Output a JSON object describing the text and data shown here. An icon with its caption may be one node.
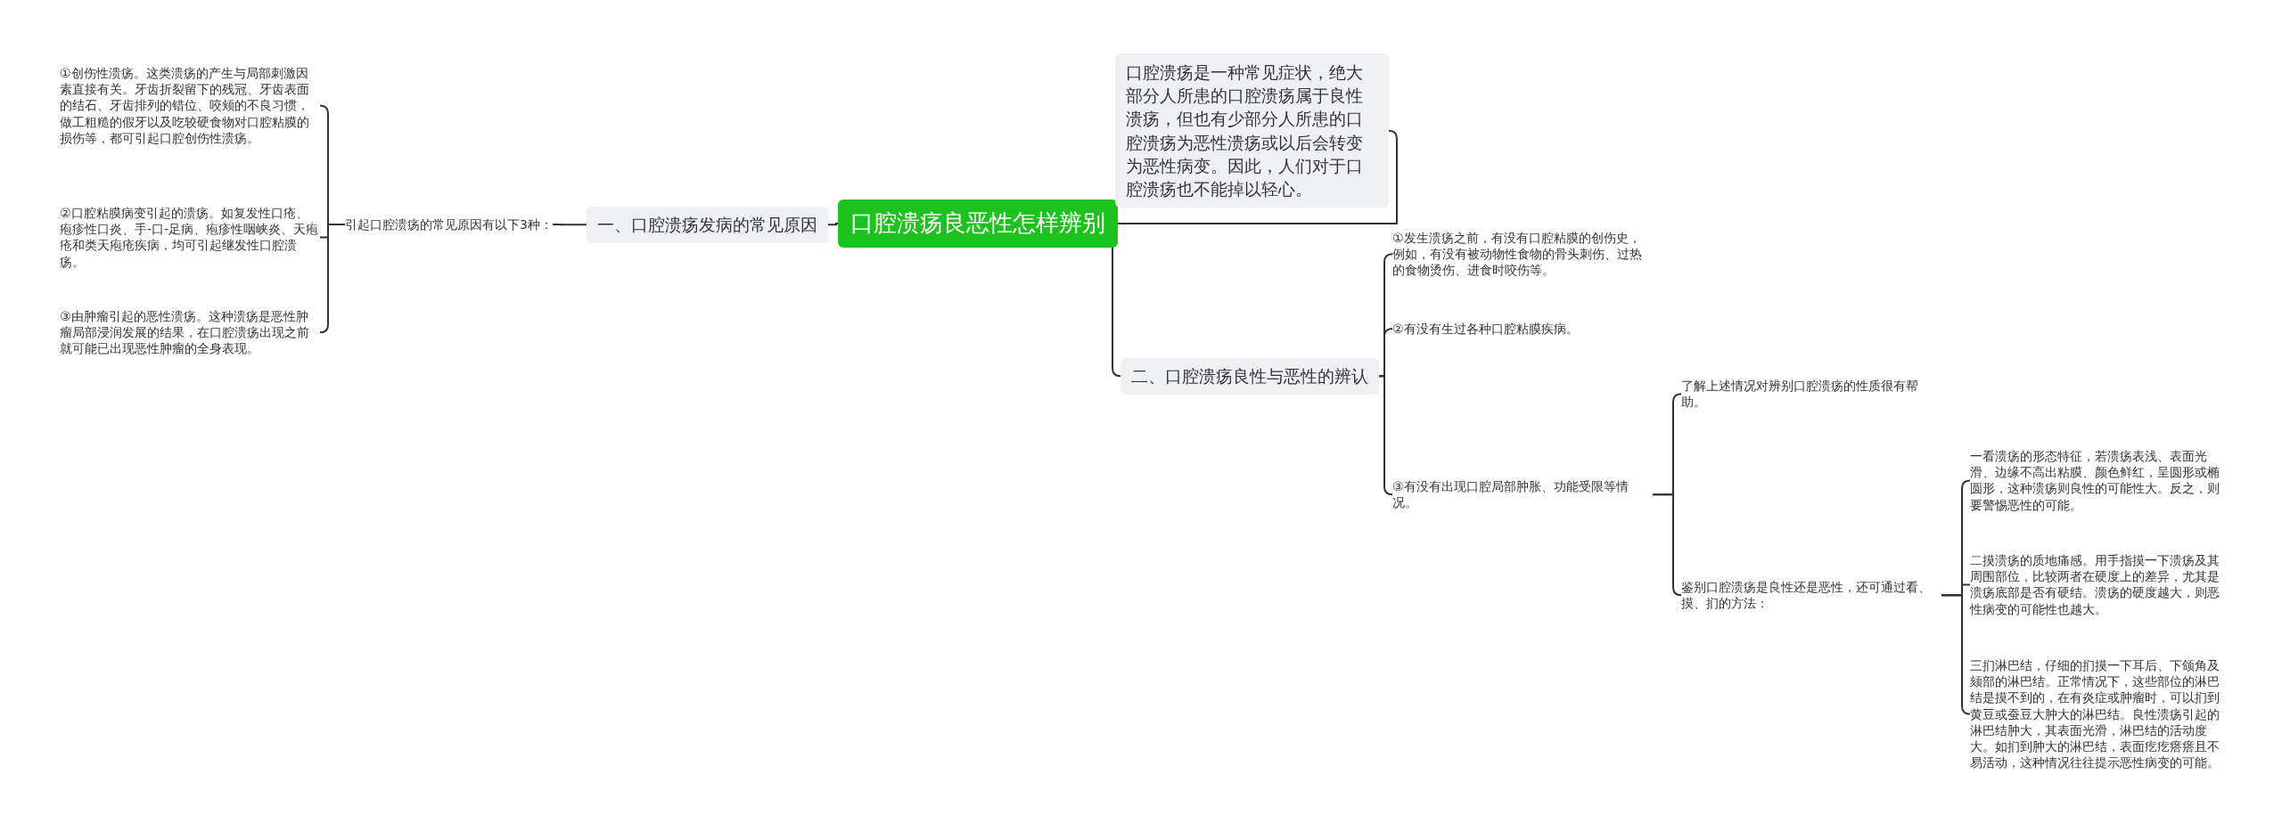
{
  "diagram": {
    "nodes": [
      {
        "text": [
          "口腔溃疡良恶性怎样辨别"
        ]
      },
      {
        "text": [
          "一、口腔溃疡发病的常见原因"
        ]
      },
      {
        "text": [
          "引起口腔溃疡的常见原因有以下3种："
        ]
      },
      {
        "text": [
          "①创伤性溃疡。这类溃疡的产生与局部刺激因素直接有关。牙齿折裂留下的残冠、牙齿表面的结石、牙齿排列的错位、咬颊的不良习惯，做工粗糙的假牙以及吃较硬食物对口腔粘膜的损伤等，都可引起口腔创伤性溃疡。"
        ]
      },
      {
        "text": [
          "②口腔粘膜病变引起的溃疡。如复发性口疮、疱疹性口炎、手-口-足病、疱疹性咽峡炎、天疱疮和类天疱疮疾病，均可引起继发性口腔溃疡。"
        ]
      },
      {
        "text": [
          "③由肿瘤引起的恶性溃疡。这种溃疡是恶性肿瘤局部浸润发展的结果，在口腔溃疡出现之前就可能已出现恶性肿瘤的全身表现。"
        ]
      },
      {
        "text": [
          "口腔溃疡是一种常见症状，绝大部分人所患的口腔溃疡属于良性溃疡，但也有少部分人所患的口腔溃疡为恶性溃疡或以后会转变为恶性病变。因此，人们对于口腔溃疡也不能掉以轻心。"
        ]
      },
      {
        "text": [
          "二、口腔溃疡良性与恶性的辨认"
        ]
      },
      {
        "text": [
          "①发生溃疡之前，有没有口腔粘膜的创伤史，例如，有没有被动物性食物的骨头刺伤、过热的食物烫伤、进食时咬伤等。"
        ]
      },
      {
        "text": [
          "②有没有生过各种口腔粘膜疾病。"
        ]
      },
      {
        "text": [
          "③有没有出现口腔局部肿胀、功能受限等情况。"
        ]
      },
      {
        "text": [
          "了解上述情况对辨别口腔溃疡的性质很有帮助。"
        ]
      },
      {
        "text": [
          "鉴别口腔溃疡是良性还是恶性，还可通过看、摸、扪的方法："
        ]
      },
      {
        "text": [
          "一看溃疡的形态特征，若溃疡表浅、表面光滑、边缘不高出粘膜、颜色鲜红，呈圆形或椭圆形，这种溃疡则良性的可能性大。反之，则要警惕恶性的可能。"
        ]
      },
      {
        "text": [
          "二摸溃疡的质地痛感。用手指摸一下溃疡及其周围部位，比较两者在硬度上的差异，尤其是溃疡底部是否有硬结。溃疡的硬度越大，则恶性病变的可能性也越大。"
        ]
      },
      {
        "text": [
          "三扪淋巴结，仔细的扪摸一下耳后、下颌角及颏部的淋巴结。正常情况下，这些部位的淋巴结是摸不到的，在有炎症或肿瘤时，可以扪到黄豆或蚕豆大肿大的淋巴结。良性溃疡引起的淋巴结肿大，其表面光滑，淋巴结的活动度大。如扪到肿大的淋巴结，表面疙疙瘩瘩且不易活动，这种情况往往提示恶性病变的可能。"
        ]
      }
    ],
    "edges": [
      {
        "from": 0,
        "to": 1,
        "arrow": "none"
      },
      {
        "from": 1,
        "to": 2,
        "arrow": "none"
      },
      {
        "from": 2,
        "to": 3,
        "arrow": "none"
      },
      {
        "from": 2,
        "to": 4,
        "arrow": "none"
      },
      {
        "from": 2,
        "to": 5,
        "arrow": "none"
      },
      {
        "from": 0,
        "to": 6,
        "arrow": "none"
      },
      {
        "from": 0,
        "to": 7,
        "arrow": "none"
      },
      {
        "from": 7,
        "to": 8,
        "arrow": "none"
      },
      {
        "from": 7,
        "to": 9,
        "arrow": "none"
      },
      {
        "from": 7,
        "to": 10,
        "arrow": "none"
      },
      {
        "from": 10,
        "to": 11,
        "arrow": "none"
      },
      {
        "from": 10,
        "to": 12,
        "arrow": "none"
      },
      {
        "from": 12,
        "to": 13,
        "arrow": "none"
      },
      {
        "from": 12,
        "to": 14,
        "arrow": "none"
      },
      {
        "from": 12,
        "to": 15,
        "arrow": "none"
      }
    ]
  }
}
